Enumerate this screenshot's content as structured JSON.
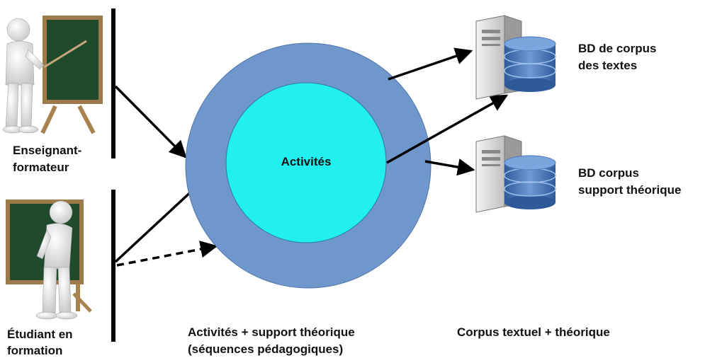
{
  "center": {
    "title": "Activités"
  },
  "actors": {
    "teacher": {
      "line1": "Enseignant-",
      "line2": "formateur"
    },
    "student": {
      "line1": "Étudiant en",
      "line2": "formation"
    }
  },
  "databases": {
    "texts": {
      "line1": "BD de corpus",
      "line2": "des textes"
    },
    "theory": {
      "line1": "BD corpus",
      "line2": "support théorique"
    }
  },
  "captions": {
    "middle": {
      "line1": "Activités + support théorique",
      "line2": "(séquences pédagogiques)"
    },
    "right": {
      "line1": "Corpus textuel + théorique"
    }
  },
  "colors": {
    "outer_ring": "#7097cb",
    "inner_circle": "#22f0f0",
    "board": "#1f4a2c",
    "easel_wood": "#b08a5a",
    "db_blue": "#4a78b8",
    "arrow": "#000000"
  }
}
